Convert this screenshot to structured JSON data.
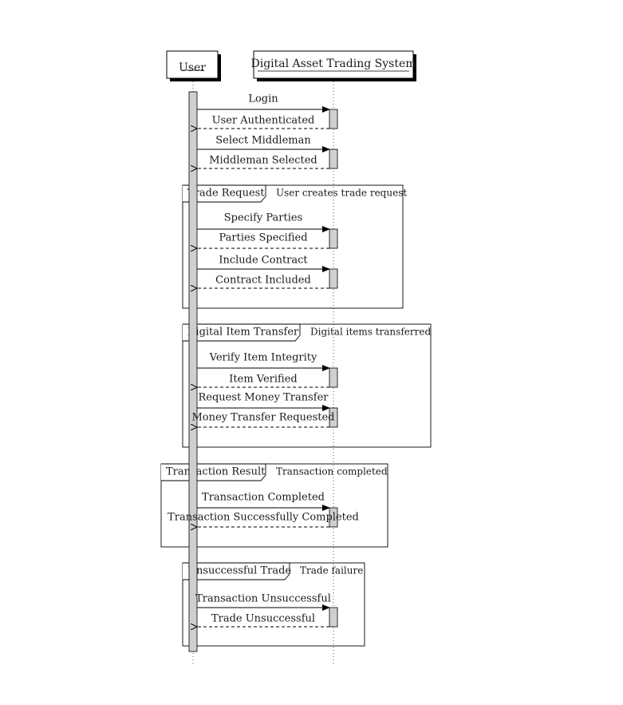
{
  "participants": {
    "user": "User",
    "system": "Digital Asset Trading System"
  },
  "messages": {
    "login": "Login",
    "user_authenticated": "User Authenticated",
    "select_middleman": "Select Middleman",
    "middleman_selected": "Middleman Selected",
    "specify_parties": "Specify Parties",
    "parties_specified": "Parties Specified",
    "include_contract": "Include Contract",
    "contract_included": "Contract Included",
    "verify_item_integrity": "Verify Item Integrity",
    "item_verified": "Item Verified",
    "request_money_transfer": "Request Money Transfer",
    "money_transfer_requested": "Money Transfer Requested",
    "transaction_completed": "Transaction Completed",
    "transaction_successfully_completed": "Transaction Successfully Completed",
    "transaction_unsuccessful": "Transaction Unsuccessful",
    "trade_unsuccessful": "Trade Unsuccessful"
  },
  "fragments": {
    "trade_request": {
      "title": "Trade Request",
      "note": "User creates trade request"
    },
    "digital_item_transfer": {
      "title": "Digital Item Transfer",
      "note": "Digital items transferred"
    },
    "transaction_result": {
      "title": "Transaction Result",
      "note": "Transaction completed"
    },
    "unsuccessful_trade": {
      "title": "Unsuccessful Trade",
      "note": "Trade failure"
    }
  }
}
